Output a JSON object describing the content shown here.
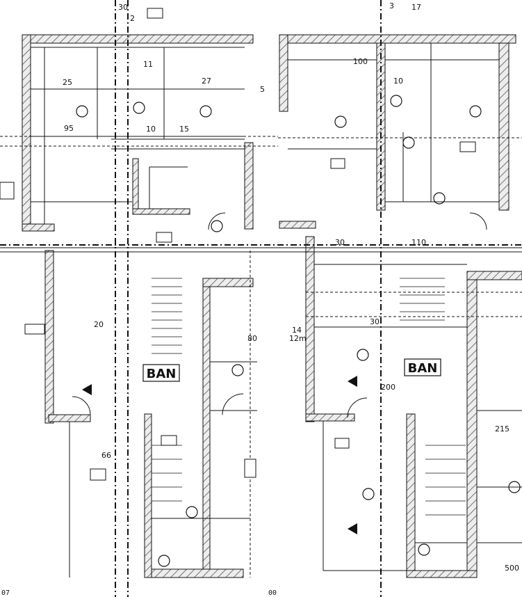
{
  "drawing": {
    "type": "architectural-floor-plan",
    "colors": {
      "line": "#111111",
      "hatch": "#555555",
      "fill": "#e8e8e8",
      "background": "#ffffff"
    }
  },
  "room_labels": {
    "bath_left": "BAN",
    "bath_right": "BAN"
  },
  "axis_marks": {
    "axis_2": "2",
    "axis_3": "3"
  },
  "dimensions": {
    "d_30_top": "30",
    "d_17": "17",
    "d_5_top": "5",
    "d_11": "11",
    "d_27": "27",
    "d_95_left": "95",
    "d_25": "25",
    "d_100": "100",
    "d_10_a": "10",
    "d_15": "15",
    "d_10_b": "10",
    "d_30_b": "30",
    "d_30_c": "30",
    "d_20": "20",
    "d_110": "110",
    "d_80": "80",
    "d_200": "200",
    "d_215": "215",
    "d_14": "14",
    "d_12m": "12m",
    "d_500": "500",
    "d_66": "66"
  },
  "footer": {
    "left_code": "07",
    "center_code": "00"
  }
}
